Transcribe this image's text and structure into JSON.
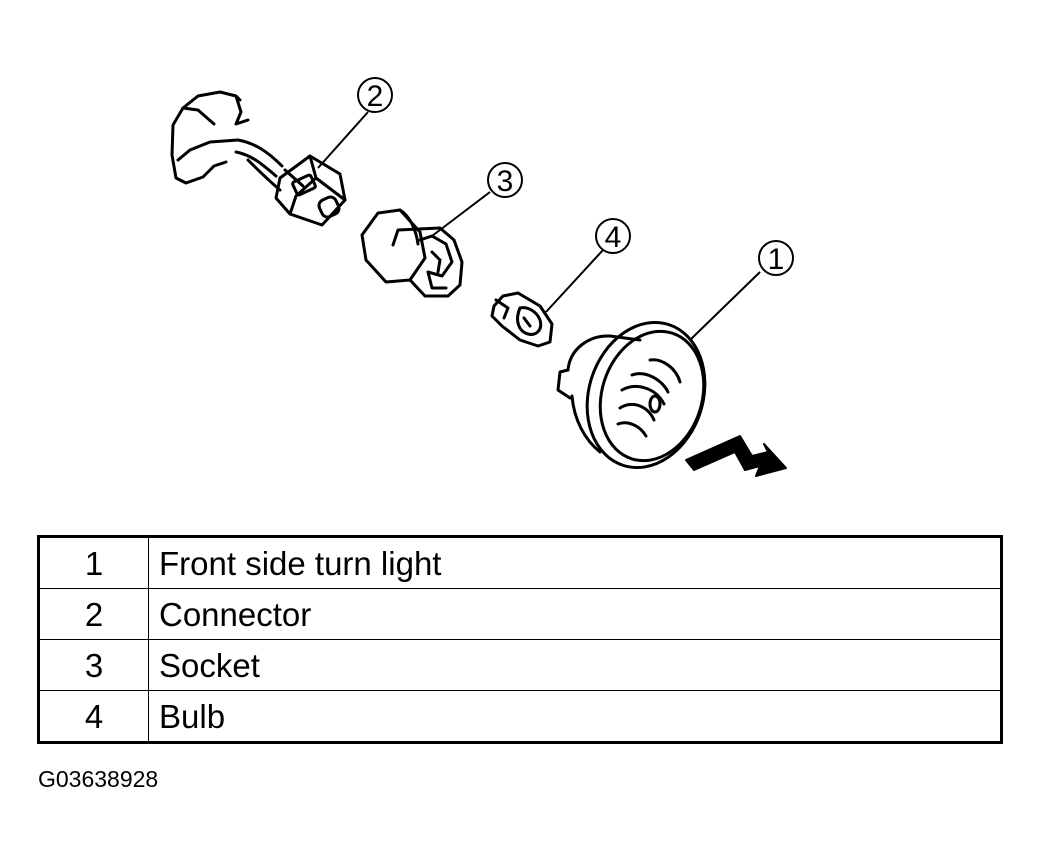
{
  "callouts": [
    {
      "number": "1"
    },
    {
      "number": "2"
    },
    {
      "number": "3"
    },
    {
      "number": "4"
    }
  ],
  "legend": [
    {
      "number": "1",
      "description": "Front side turn light"
    },
    {
      "number": "2",
      "description": "Connector"
    },
    {
      "number": "3",
      "description": "Socket"
    },
    {
      "number": "4",
      "description": "Bulb"
    }
  ],
  "figure_code": "G03638928"
}
